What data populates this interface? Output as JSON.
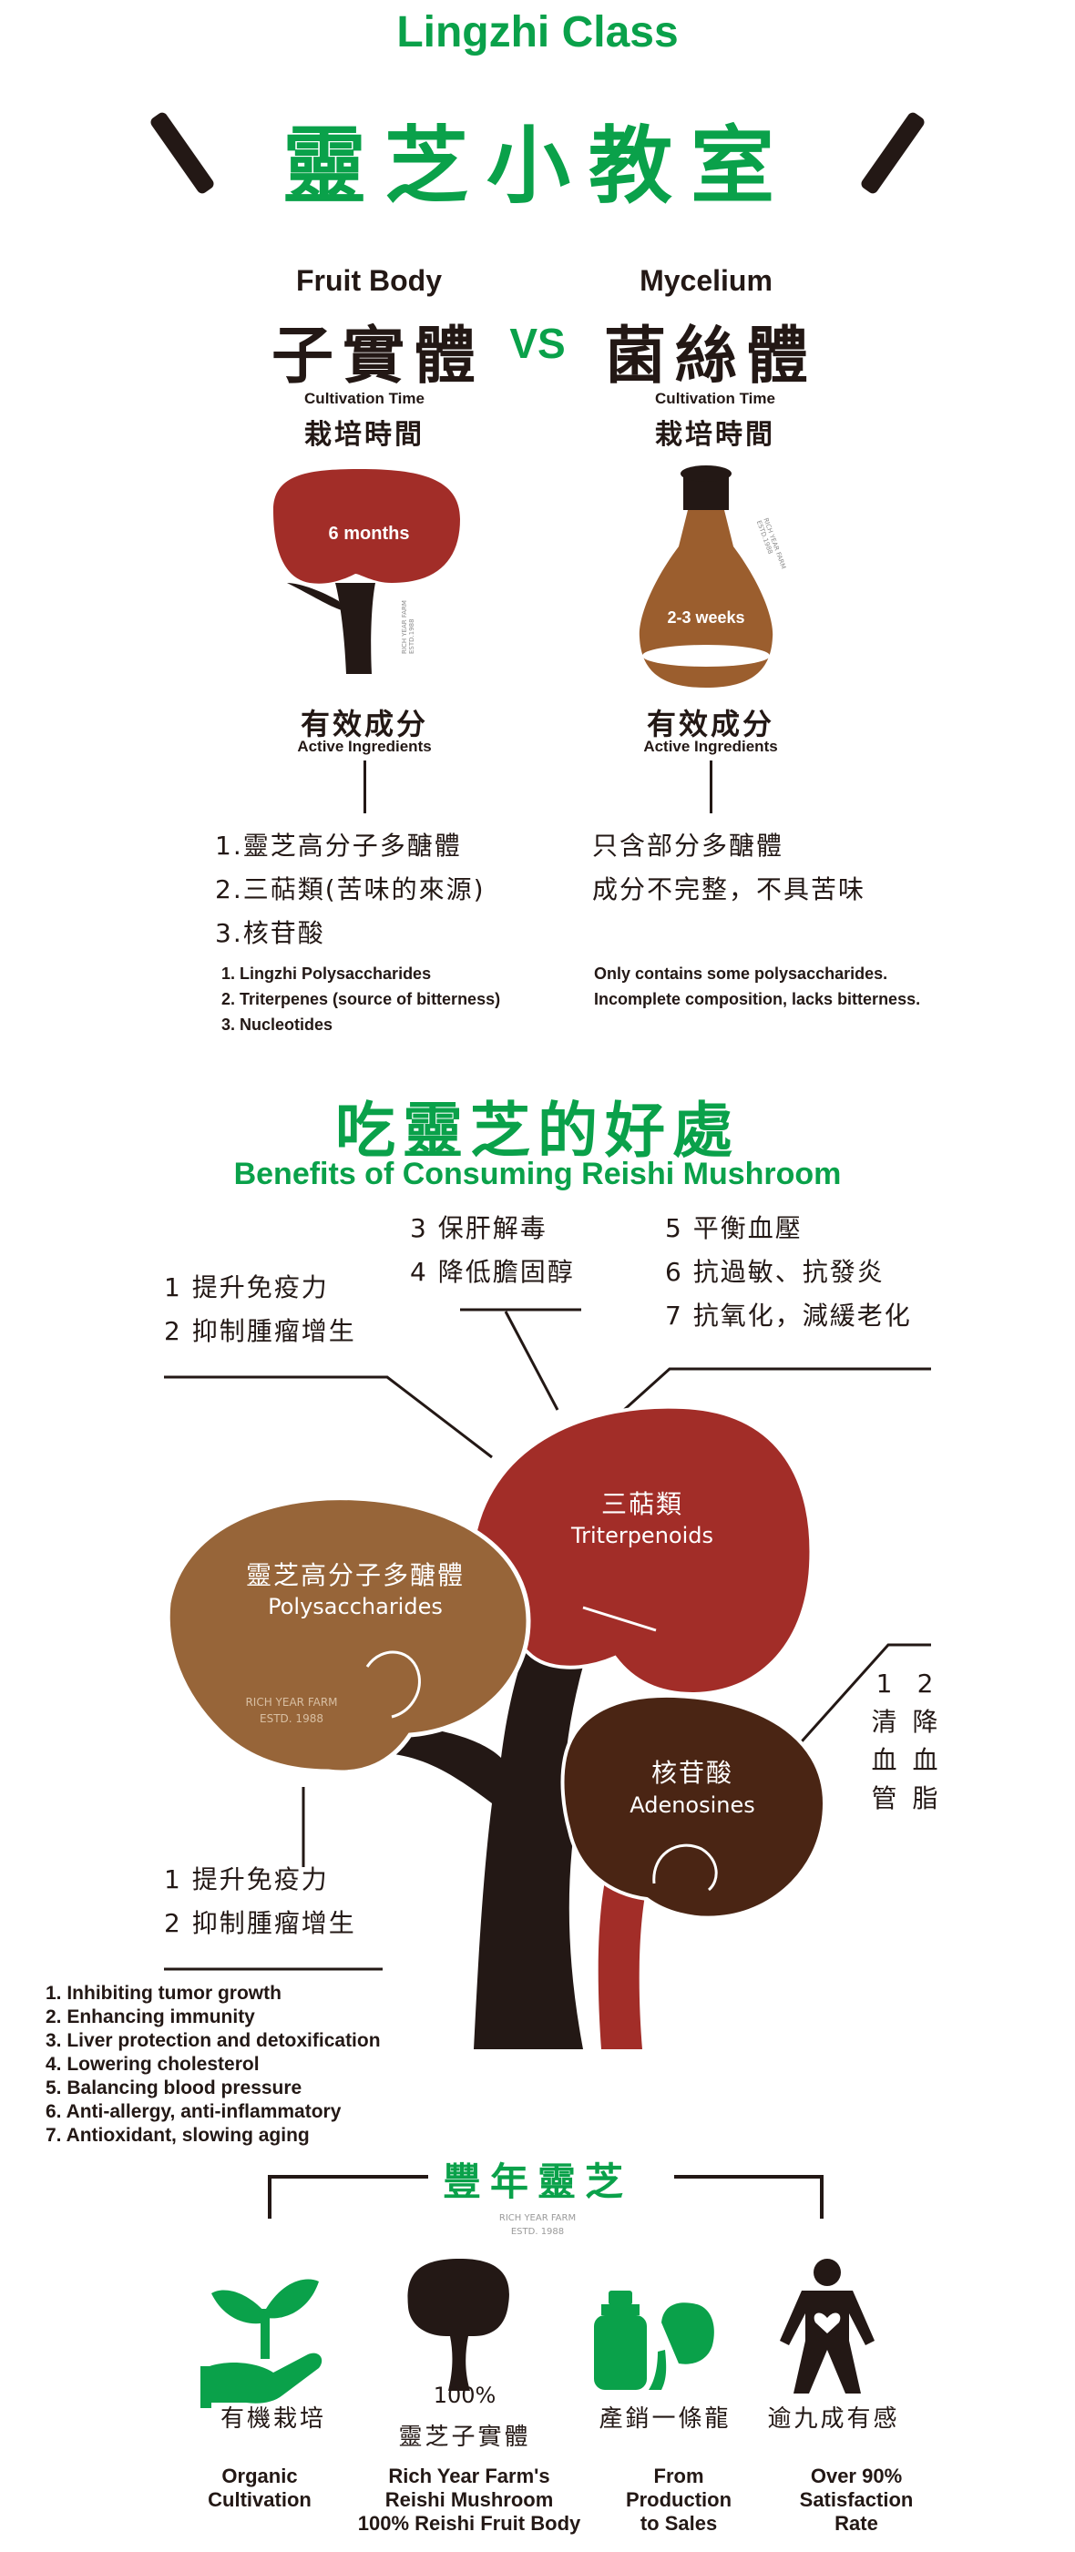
{
  "header": {
    "title_en": "Lingzhi  Class",
    "title_cn": "靈芝小教室"
  },
  "compare": {
    "fruit": {
      "title_en": "Fruit Body",
      "title_cn": "子實體",
      "time_en": "Cultivation Time",
      "time_cn": "栽培時間",
      "time_value": "6 months",
      "watermark": "RICH YEAR FARM ESTD.1988",
      "active_cn": "有效成分",
      "active_en": "Active Ingredients",
      "items_cn": [
        "1.靈芝高分子多醣體",
        "2.三萜類(苦味的來源)",
        "3.核苷酸"
      ],
      "items_en": [
        "1. Lingzhi Polysaccharides",
        "2. Triterpenes (source of bitterness)",
        "3. Nucleotides"
      ]
    },
    "vs": "VS",
    "mycelium": {
      "title_en": "Mycelium",
      "title_cn": "菌絲體",
      "time_en": "Cultivation Time",
      "time_cn": "栽培時間",
      "time_value": "2-3 weeks",
      "watermark": "RICH YEAR FARM ESTD.1988",
      "active_cn": "有效成分",
      "active_en": "Active Ingredients",
      "items_cn": [
        "只含部分多醣體",
        "成分不完整，不具苦味"
      ],
      "items_en": [
        "Only contains some polysaccharides.",
        "Incomplete composition, lacks bitterness."
      ]
    }
  },
  "benefits": {
    "title_cn": "吃靈芝的好處",
    "title_en": "Benefits of Consuming Reishi Mushroom",
    "top_left": [
      "1 提升免疫力",
      "2 抑制腫瘤增生"
    ],
    "top_middle": [
      "3 保肝解毒",
      "4 降低膽固醇"
    ],
    "top_right": [
      "5 平衡血壓",
      "6 抗過敏、抗發炎",
      "7 抗氧化，減緩老化"
    ],
    "triterpenoids_cn": "三萜類",
    "triterpenoids_en": "Triterpenoids",
    "poly_cn": "靈芝高分子多醣體",
    "poly_en": "Polysaccharides",
    "watermark_line1": "RICH YEAR FARM",
    "watermark_line2": "ESTD. 1988",
    "adenosines_cn": "核苷酸",
    "adenosines_en": "Adenosines",
    "right_vertical": [
      "1",
      "2",
      "清",
      "降",
      "血",
      "血",
      "管",
      "脂"
    ],
    "bottom_left": [
      "1 提升免疫力",
      "2 抑制腫瘤增生"
    ],
    "english_list": [
      "1. Inhibiting tumor growth",
      "2. Enhancing immunity",
      "3. Liver protection and detoxification",
      "4. Lowering cholesterol",
      "5. Balancing blood pressure",
      "6. Anti-allergy, anti-inflammatory",
      "7. Antioxidant, slowing aging"
    ]
  },
  "brand": {
    "title_cn": "豐年靈芝",
    "watermark_line1": "RICH YEAR FARM",
    "watermark_line2": "ESTD. 1988",
    "features": [
      {
        "cn": "有機栽培",
        "en1": "Organic",
        "en2": "Cultivation",
        "en3": ""
      },
      {
        "cn_pre": "100%",
        "cn": "靈芝子實體",
        "en1": "Rich Year Farm's",
        "en2": "Reishi Mushroom",
        "en3": "100% Reishi Fruit Body"
      },
      {
        "cn": "產銷一條龍",
        "en1": "From",
        "en2": "Production",
        "en3": "to Sales"
      },
      {
        "cn": "逾九成有感",
        "en1": "Over 90%",
        "en2": "Satisfaction",
        "en3": "Rate"
      }
    ]
  },
  "colors": {
    "green": "#0aa14a",
    "red": "#a22d28",
    "brown": "#976539",
    "dark_brown": "#4a2514",
    "trunk": "#231815",
    "flask": "#9b5e2e"
  }
}
